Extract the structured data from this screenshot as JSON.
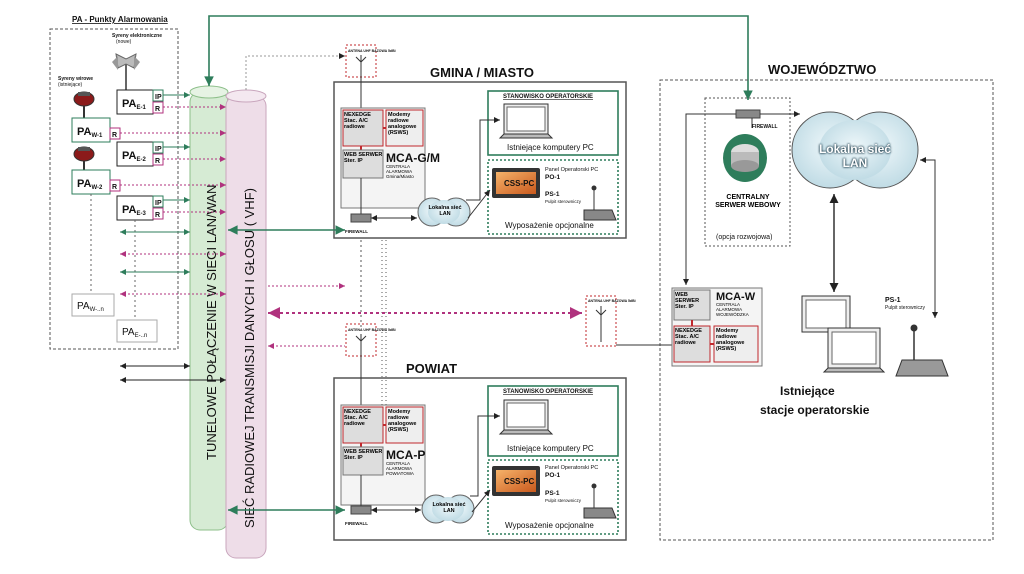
{
  "pa": {
    "title": "PA  -  Punkty Alarmowania",
    "syreny_elektroniczne": "Syreny elektroniczne",
    "syreny_elektroniczne_sub": "(nowe)",
    "syreny_wirowe": "Syreny wirowe",
    "syreny_wirowe_sub": "(istniejące)",
    "nodes": [
      {
        "pre": "PA",
        "sub": "E-1"
      },
      {
        "pre": "PA",
        "sub": "W-1"
      },
      {
        "pre": "PA",
        "sub": "E-2"
      },
      {
        "pre": "PA",
        "sub": "W-2"
      },
      {
        "pre": "PA",
        "sub": "E-3"
      }
    ],
    "ghost_w": {
      "pre": "PA",
      "sub": "W-..n"
    },
    "ghost_e": {
      "pre": "PA",
      "sub": "E-..n"
    },
    "tag_ip": "IP",
    "tag_r": "R"
  },
  "tunnels": {
    "lan_wan": "TUNELOWE POŁĄCZENIE W SIECI  LAN/WAN",
    "radio": "SIEĆ RADIOWEJ TRANSMISJI DANYCH I GŁOSU ( VHF)"
  },
  "gmina": {
    "title": "GMINA / MIASTO",
    "antenna": "ANTENA UHF BAZOWA 5dBi",
    "nexedge": "NEXEDGE Stac. A/C radiowe",
    "modemy": "Modemy radiowe analogowe (RSWS)",
    "web": "WEB SERWER Ster. IP",
    "mca": "MCA-G/M",
    "mca_sub": "CENTRALA ALARMOWA Gmina/Miasto",
    "stanowisko": "STANOWISKO OPERATORSKIE",
    "komputery": "Istniejące komputery PC",
    "panel": "Panel Operatorski PC",
    "po": "PO-1",
    "css": "CSS-PC",
    "ps": "PS-1",
    "ps_sub": "Pulpit sterowniczy",
    "opcjonalne": "Wyposażenie opcjonalne",
    "lan": "Lokalna sieć LAN",
    "firewall": "FIREWALL"
  },
  "powiat": {
    "title": "POWIAT",
    "antenna": "ANTENA UHF BAZOWA 5dBi",
    "nexedge": "NEXEDGE Stac. A/C radiowe",
    "modemy": "Modemy radiowe analogowe (RSWS)",
    "web": "WEB SERWER Ster. IP",
    "mca": "MCA-P",
    "mca_sub": "CENTRALA ALARMOWA POWIATOWA",
    "stanowisko": "STANOWISKO OPERATORSKIE",
    "komputery": "Istniejące komputery PC",
    "panel": "Panel Operatorski PC",
    "po": "PO-1",
    "css": "CSS-PC",
    "ps": "PS-1",
    "ps_sub": "Pulpit sterowniczy",
    "opcjonalne": "Wyposażenie opcjonalne",
    "lan": "Lokalna sieć LAN",
    "firewall": "FIREWALL"
  },
  "woj": {
    "title": "WOJEWÓDZTWO",
    "firewall": "FIREWALL",
    "serwer": "CENTRALNY SERWER WEBOWY",
    "opcja": "(opcja rozwojowa)",
    "lan": "Lokalna sieć LAN",
    "antenna": "ANTENA UHF BAZOWA 5dBi",
    "web": "WEB SERWER Ster. IP",
    "mca": "MCA-W",
    "mca_sub": "CENTRALA ALARMOWA WOJEWÓDZKA",
    "nexedge": "NEXEDGE Stac. A/C radiowe",
    "modemy": "Modemy radiowe analogowe (RSWS)",
    "ps": "PS-1",
    "ps_sub": "Pulpit sterowniczy",
    "stacje1": "Istniejące",
    "stacje2": "stacje operatorskie"
  },
  "colors": {
    "green": "#2e7d5b",
    "green_bar": "#d6ebd4",
    "pink_bar": "#eedde8",
    "magenta": "#b0327e",
    "red": "#c0282d",
    "frame": "#555555",
    "cloud": "#d3e8ee"
  }
}
